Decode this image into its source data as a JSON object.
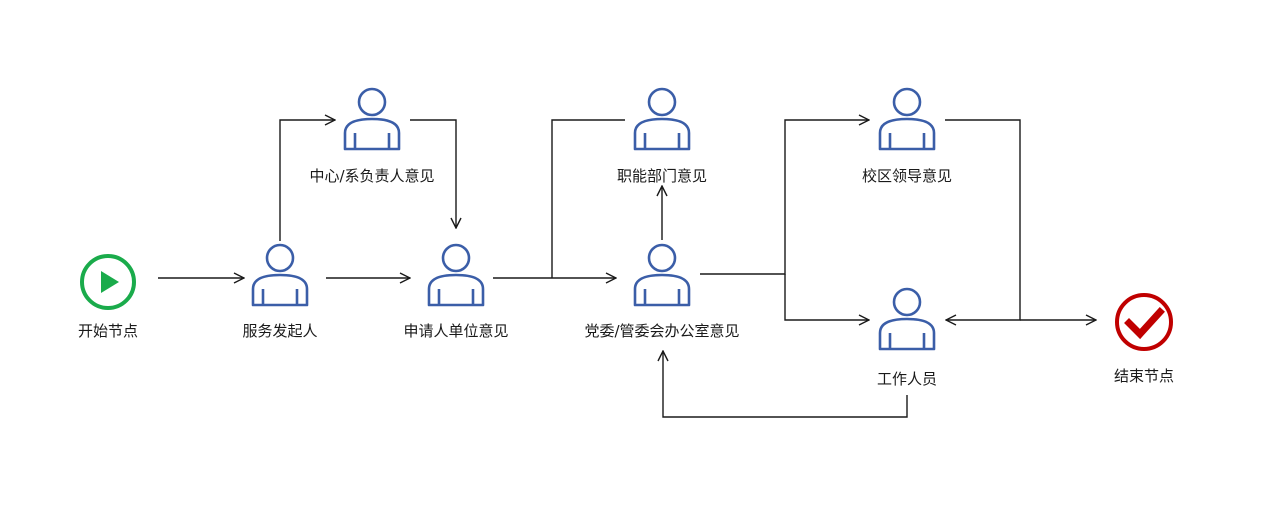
{
  "diagram": {
    "type": "workflow",
    "colors": {
      "person": "#3b5ea8",
      "start": "#1aab4b",
      "end": "#c00000",
      "line": "#1a1a1a"
    },
    "nodes": {
      "start": {
        "label": "开始节点",
        "kind": "start",
        "icon": "play-circle-icon"
      },
      "initiator": {
        "label": "服务发起人",
        "kind": "person",
        "icon": "person-icon"
      },
      "center_head": {
        "label": "中心/系负责人意见",
        "kind": "person",
        "icon": "person-icon"
      },
      "applicant_unit": {
        "label": "申请人单位意见",
        "kind": "person",
        "icon": "person-icon"
      },
      "functional_dept": {
        "label": "职能部门意见",
        "kind": "person",
        "icon": "person-icon"
      },
      "party_office": {
        "label": "党委/管委会办公室意见",
        "kind": "person",
        "icon": "person-icon"
      },
      "campus_leader": {
        "label": "校区领导意见",
        "kind": "person",
        "icon": "person-icon"
      },
      "staff": {
        "label": "工作人员",
        "kind": "person",
        "icon": "person-icon"
      },
      "end": {
        "label": "结束节点",
        "kind": "end",
        "icon": "check-circle-icon"
      }
    },
    "edges": [
      {
        "from": "start",
        "to": "initiator"
      },
      {
        "from": "initiator",
        "to": "applicant_unit"
      },
      {
        "from": "initiator",
        "to": "center_head"
      },
      {
        "from": "center_head",
        "to": "applicant_unit"
      },
      {
        "from": "applicant_unit",
        "to": "party_office"
      },
      {
        "from": "applicant_unit",
        "to": "functional_dept"
      },
      {
        "from": "party_office",
        "to": "functional_dept"
      },
      {
        "from": "party_office",
        "to": "campus_leader"
      },
      {
        "from": "party_office",
        "to": "staff"
      },
      {
        "from": "campus_leader",
        "to": "staff"
      },
      {
        "from": "campus_leader",
        "to": "end"
      },
      {
        "from": "staff",
        "to": "party_office"
      }
    ]
  }
}
